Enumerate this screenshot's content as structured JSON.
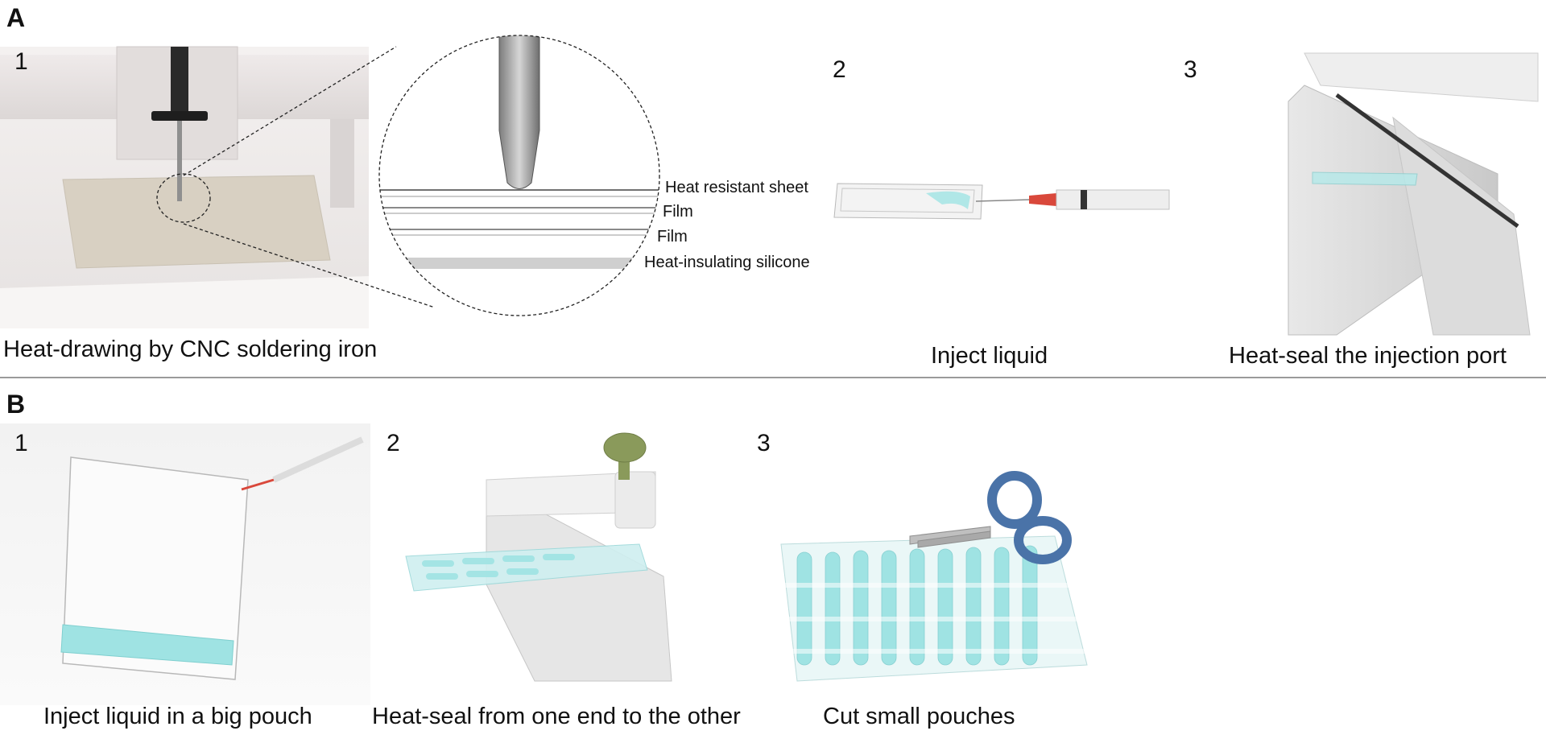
{
  "panels": {
    "a": {
      "letter": "A",
      "steps": [
        {
          "number": "1",
          "caption": "Heat-drawing by CNC soldering iron"
        },
        {
          "number": "2",
          "caption": "Inject liquid"
        },
        {
          "number": "3",
          "caption": "Heat-seal the injection port"
        }
      ],
      "layers": [
        "Heat resistant sheet",
        "Film",
        "Film",
        "Heat-insulating silicone"
      ]
    },
    "b": {
      "letter": "B",
      "steps": [
        {
          "number": "1",
          "caption": "Inject liquid in a big pouch"
        },
        {
          "number": "2",
          "caption": "Heat-seal from one end to the other"
        },
        {
          "number": "3",
          "caption": "Cut small pouches"
        }
      ]
    }
  },
  "colors": {
    "liquid": "#9fe3e3",
    "machine": "#e9e6e6",
    "scissors": "#4a73a8",
    "knob": "#8a9a5b",
    "needle_tip": "#d9483b"
  }
}
